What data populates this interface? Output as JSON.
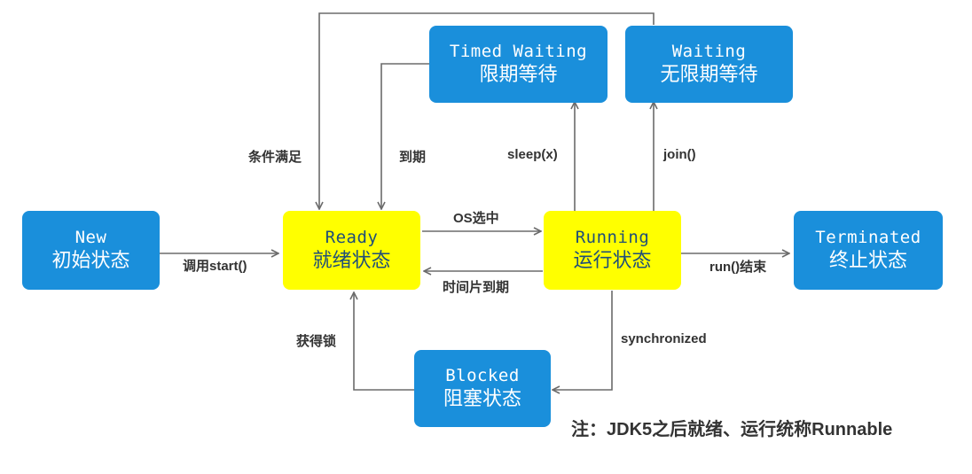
{
  "nodes": {
    "new": {
      "en": "New",
      "zh": "初始状态"
    },
    "ready": {
      "en": "Ready",
      "zh": "就绪状态"
    },
    "running": {
      "en": "Running",
      "zh": "运行状态"
    },
    "terminated": {
      "en": "Terminated",
      "zh": "终止状态"
    },
    "timed_waiting": {
      "en": "Timed Waiting",
      "zh": "限期等待"
    },
    "waiting": {
      "en": "Waiting",
      "zh": "无限期等待"
    },
    "blocked": {
      "en": "Blocked",
      "zh": "阻塞状态"
    }
  },
  "edges": {
    "new_to_ready": "调用start()",
    "ready_to_running": "OS选中",
    "running_to_ready": "时间片到期",
    "running_to_terminated": "run()结束",
    "running_to_timed_waiting": "sleep(x)",
    "running_to_waiting": "join()",
    "timed_waiting_to_ready": "到期",
    "waiting_to_ready": "条件满足",
    "running_to_blocked": "synchronized",
    "blocked_to_ready": "获得锁"
  },
  "note": "注：JDK5之后就绪、运行统称Runnable",
  "colors": {
    "blue": "#1a8fdb",
    "yellow": "#ffff00",
    "line": "#6b6b6b"
  }
}
